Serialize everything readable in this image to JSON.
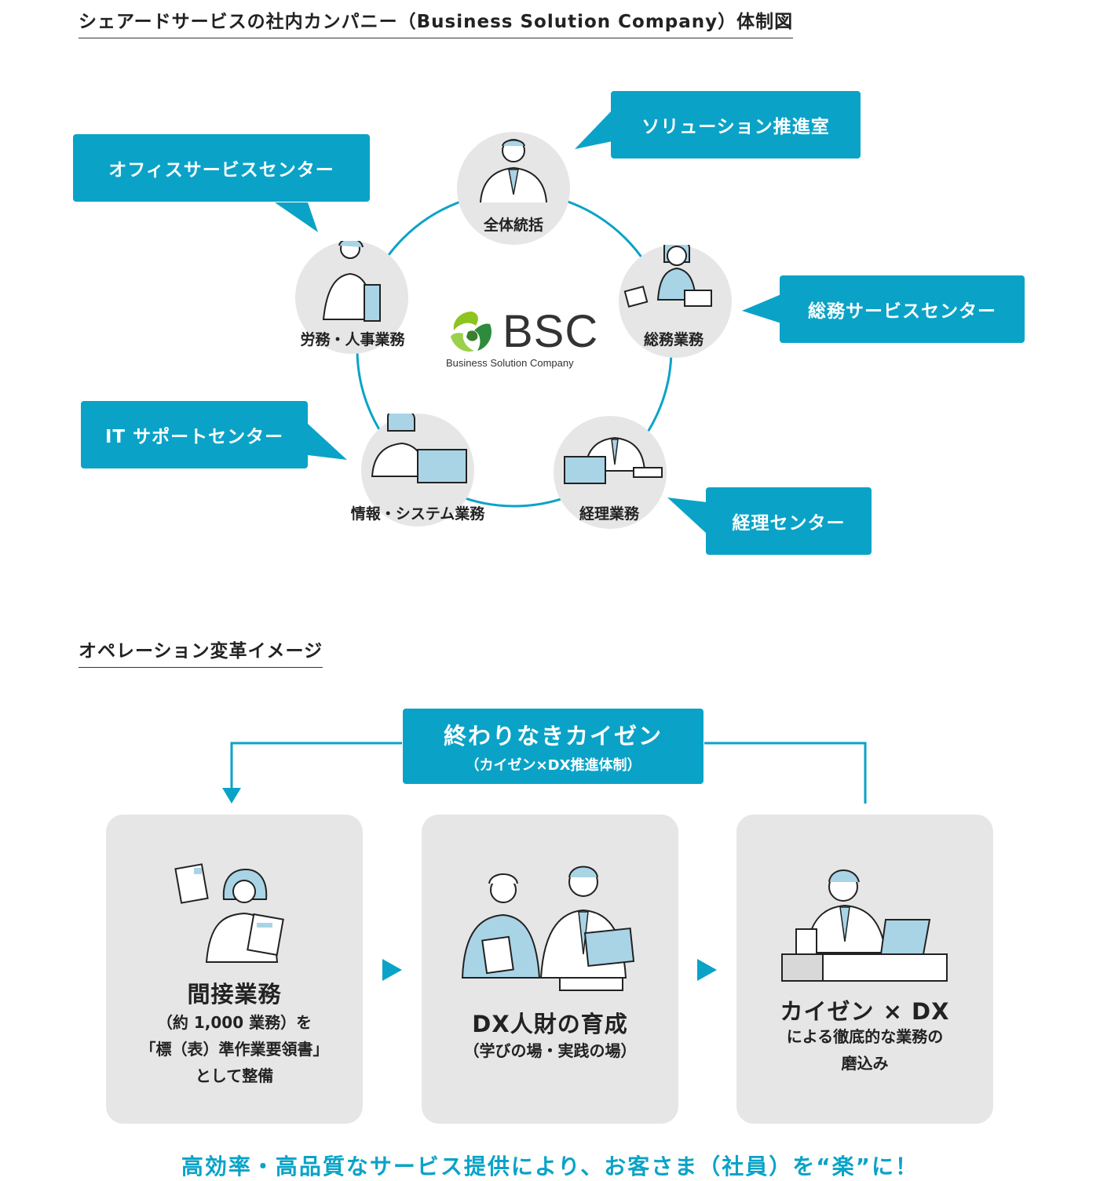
{
  "section1": {
    "title": "シェアードサービスの社内カンパニー（Business Solution Company）体制図",
    "logo": {
      "mark": "BSC",
      "sub": "Business Solution Company"
    },
    "nodes": [
      {
        "label": "全体統括"
      },
      {
        "label": "総務業務"
      },
      {
        "label": "経理業務"
      },
      {
        "label": "情報・システム業務"
      },
      {
        "label": "労務・人事業務"
      }
    ],
    "bubbles": {
      "solution": "ソリューション推進室",
      "office": "オフィスサービスセンター",
      "general": "総務サービスセンター",
      "it": "IT サポートセンター",
      "accounting": "経理センター"
    }
  },
  "section2": {
    "title": "オペレーション変革イメージ",
    "loop": {
      "title": "終わりなきカイゼン",
      "subtitle": "（カイゼン×DX推進体制）"
    },
    "cards": [
      {
        "title": "間接業務",
        "lines": [
          "（約 1,000 業務）を",
          "「標（表）準作業要領書」",
          "として整備"
        ]
      },
      {
        "title": "DX人財の育成",
        "lines": [
          "（学びの場・実践の場）"
        ]
      },
      {
        "title": "カイゼン × DX",
        "lines": [
          "による徹底的な業務の",
          "磨込み"
        ]
      }
    ],
    "footer": "高効率・高品質なサービス提供により、お客さま（社員）を“楽”に！"
  },
  "colors": {
    "accent": "#0aa3c7",
    "card_bg": "#e6e6e6",
    "figure_fill": "#a8d4e6"
  }
}
